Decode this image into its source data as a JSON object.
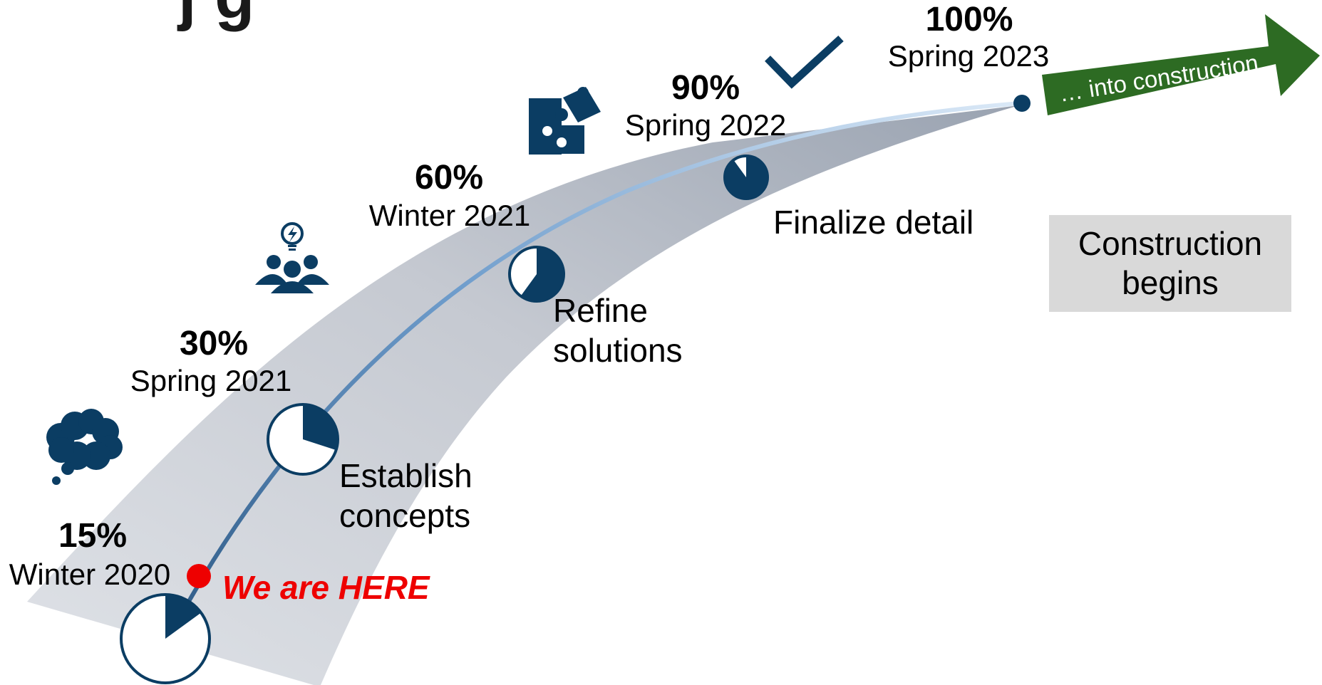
{
  "title_fragment": "j            g",
  "milestones": [
    {
      "percent": "15%",
      "date": "Winter 2020",
      "fill": 0.15
    },
    {
      "percent": "30%",
      "date": "Spring 2021",
      "fill": 0.3,
      "step": [
        "Establish",
        "concepts"
      ]
    },
    {
      "percent": "60%",
      "date": "Winter 2021",
      "fill": 0.6,
      "step": [
        "Refine",
        "solutions"
      ]
    },
    {
      "percent": "90%",
      "date": "Spring 2022",
      "fill": 0.9,
      "step": [
        "Finalize detail"
      ]
    },
    {
      "percent": "100%",
      "date": "Spring 2023",
      "fill": 1.0
    }
  ],
  "here_label": "We are HERE",
  "arrow_label": "… into construction",
  "construction_box": "Construction\nbegins",
  "icons": [
    "thought-cloud-icon",
    "team-idea-icon",
    "puzzle-icon",
    "checkmark-icon"
  ],
  "colors": {
    "navy": "#0b3d63",
    "band": "#c5c9d1",
    "arrow_green": "#2d6b23",
    "here_red": "#ee0000",
    "box_gray": "#d9d9d9"
  }
}
